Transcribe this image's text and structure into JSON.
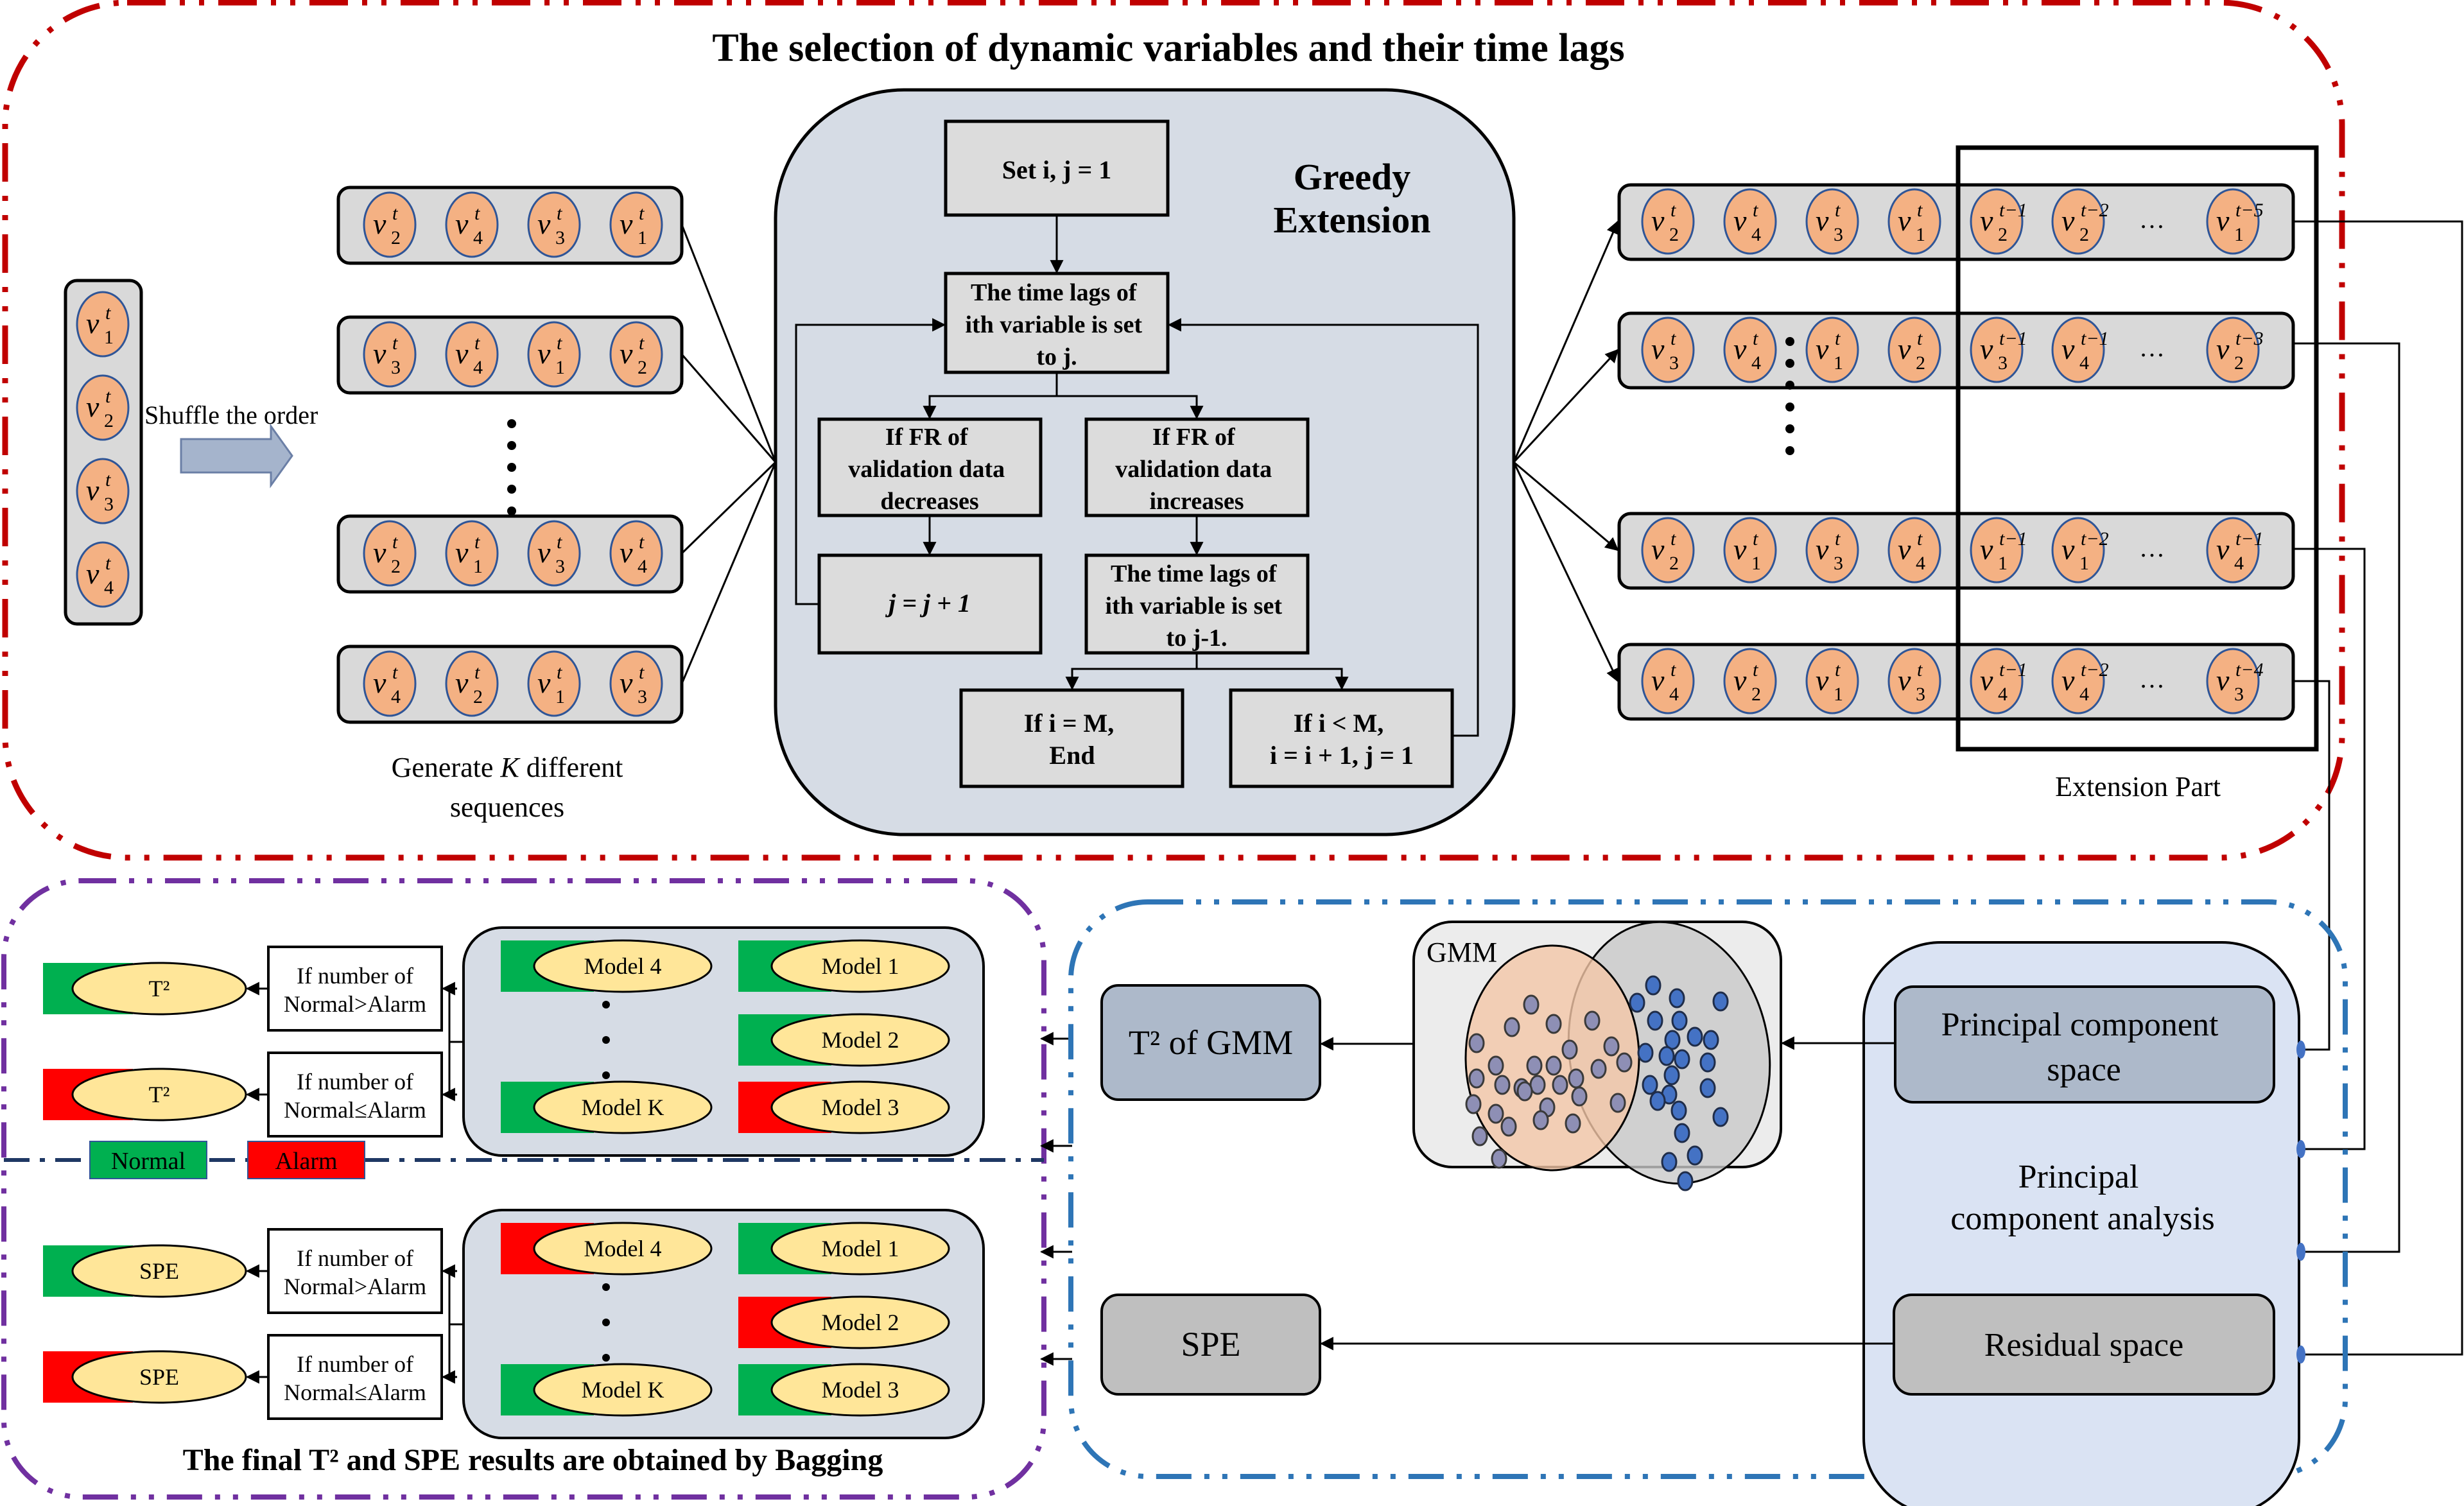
{
  "top_panel": {
    "title": "The selection of dynamic variables and their time lags",
    "border_color": "#c00000",
    "input_column": {
      "variables": [
        "v1",
        "v2",
        "v3",
        "v4"
      ],
      "superscript": "t"
    },
    "shuffle_label": "Shuffle the order",
    "sequences": [
      [
        "2",
        "4",
        "3",
        "1"
      ],
      [
        "3",
        "4",
        "1",
        "2"
      ],
      [
        "2",
        "1",
        "3",
        "4"
      ],
      [
        "4",
        "2",
        "1",
        "3"
      ]
    ],
    "sequences_caption_1": "Generate ",
    "sequences_caption_k": "K",
    "sequences_caption_2": " different",
    "sequences_caption_3": "sequences",
    "greedy": {
      "title_line1": "Greedy",
      "title_line2": "Extension",
      "steps": {
        "init": "Set i, j = 1",
        "set_lag": [
          "The time lags of",
          "ith variable is set",
          "to j."
        ],
        "fr_decrease": [
          "If  FR of",
          "validation data",
          "decreases"
        ],
        "fr_increase": [
          "If  FR of",
          "validation data",
          "increases"
        ],
        "increment": "j = j + 1",
        "set_lag_prev": [
          "The time lags of",
          "ith variable is set",
          "to j-1."
        ],
        "end": [
          "If i = M,",
          "End"
        ],
        "next": [
          "If i < M,",
          "i = i + 1, j = 1"
        ]
      }
    },
    "extended_sequences": [
      {
        "base": [
          "2",
          "4",
          "3",
          "1"
        ],
        "lags": [
          {
            "v": "2",
            "lag": "t−1"
          },
          {
            "v": "2",
            "lag": "t−2"
          },
          {
            "v": "1",
            "lag": "t−5"
          }
        ]
      },
      {
        "base": [
          "3",
          "4",
          "1",
          "2"
        ],
        "lags": [
          {
            "v": "3",
            "lag": "t−1"
          },
          {
            "v": "4",
            "lag": "t−1"
          },
          {
            "v": "2",
            "lag": "t−3"
          }
        ]
      },
      {
        "base": [
          "2",
          "1",
          "3",
          "4"
        ],
        "lags": [
          {
            "v": "1",
            "lag": "t−1"
          },
          {
            "v": "1",
            "lag": "t−2"
          },
          {
            "v": "4",
            "lag": "t−1"
          }
        ]
      },
      {
        "base": [
          "4",
          "2",
          "1",
          "3"
        ],
        "lags": [
          {
            "v": "4",
            "lag": "t−1"
          },
          {
            "v": "4",
            "lag": "t−2"
          },
          {
            "v": "3",
            "lag": "t−4"
          }
        ]
      }
    ],
    "ellipsis": "…",
    "extension_part_label": "Extension Part"
  },
  "bagging_panel": {
    "border_color": "#7030a0",
    "caption": "The final T² and SPE results are obtained by Bagging",
    "legend": {
      "normal": "Normal",
      "alarm": "Alarm",
      "normal_color": "#00b050",
      "alarm_color": "#ff0000"
    },
    "t2_block": {
      "result_label": "T²",
      "rule_normal": [
        "If number of",
        "Normal>Alarm"
      ],
      "rule_alarm": [
        "If number of",
        "Normal≤Alarm"
      ],
      "models": [
        {
          "label": "Model 4",
          "status": "normal"
        },
        {
          "label": "Model 1",
          "status": "normal"
        },
        {
          "label": "Model 2",
          "status": "normal"
        },
        {
          "label": "Model K",
          "status": "normal"
        },
        {
          "label": "Model 3",
          "status": "alarm"
        }
      ]
    },
    "spe_block": {
      "result_label": "SPE",
      "rule_normal": [
        "If number of",
        "Normal>Alarm"
      ],
      "rule_alarm": [
        "If number of",
        "Normal≤Alarm"
      ],
      "models": [
        {
          "label": "Model 4",
          "status": "alarm"
        },
        {
          "label": "Model 1",
          "status": "normal"
        },
        {
          "label": "Model 2",
          "status": "alarm"
        },
        {
          "label": "Model K",
          "status": "normal"
        },
        {
          "label": "Model 3",
          "status": "normal"
        }
      ]
    }
  },
  "monitor_panel": {
    "border_color": "#2e75b6",
    "t2_gmm": "T² of GMM",
    "gmm_label": "GMM",
    "spe": "SPE",
    "pca_title": [
      "Principal",
      "component analysis"
    ],
    "pc_space": [
      "Principal component",
      "space"
    ],
    "residual_space": "Residual space"
  }
}
